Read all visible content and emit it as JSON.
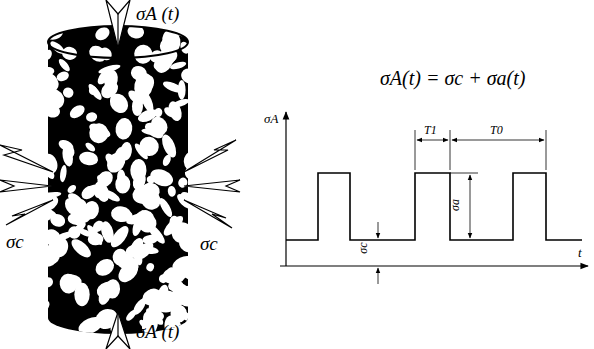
{
  "diagram": {
    "labels": [
      "σA (t)",
      "σc",
      "σc",
      "σA (t)",
      "σA(t) = σc + σa(t)",
      "σA",
      "T1",
      "T0",
      "σc",
      "σa",
      "t"
    ]
  }
}
